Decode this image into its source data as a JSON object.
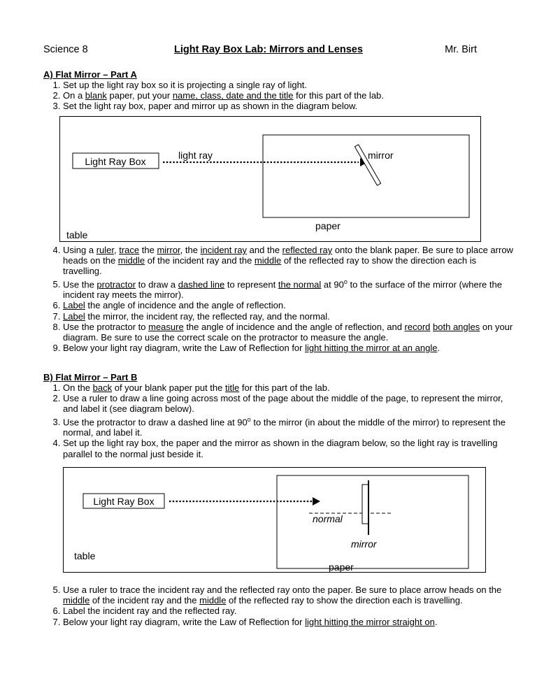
{
  "header": {
    "course": "Science 8",
    "title": "Light Ray Box Lab: Mirrors and Lenses",
    "teacher": "Mr. Birt"
  },
  "part_a": {
    "heading": "A) Flat Mirror – Part A",
    "steps_1_3": [
      [
        "Set up the light ray box so it is projecting a single ray of light."
      ],
      [
        "On a ",
        {
          "u": "blank"
        },
        " paper, put your ",
        {
          "u": "name, class, date and the title"
        },
        " for this part of the lab."
      ],
      [
        "Set the light ray box, paper and mirror up as shown in the diagram below."
      ]
    ],
    "steps_4_9": [
      [
        "Using a ",
        {
          "u": "ruler"
        },
        ", ",
        {
          "u": "trace"
        },
        " the ",
        {
          "u": "mirror"
        },
        ", the ",
        {
          "u": "incident ray"
        },
        " and the ",
        {
          "u": "reflected ray"
        },
        " onto the blank paper.  Be sure to place arrow heads on the ",
        {
          "u": "middle"
        },
        " of the incident ray and the ",
        {
          "u": "middle"
        },
        " of the reflected ray to show the direction each is travelling."
      ],
      [
        "Use the ",
        {
          "u": "protractor"
        },
        " to draw a ",
        {
          "u": "dashed line"
        },
        " to represent ",
        {
          "u": "the normal"
        },
        " at 90",
        {
          "sup": "o"
        },
        " to the surface of the mirror (where the incident ray meets the mirror)."
      ],
      [
        {
          "u": "Label"
        },
        " the angle of incidence and the angle of reflection."
      ],
      [
        {
          "u": "Label"
        },
        " the mirror, the incident ray, the reflected ray, and the normal."
      ],
      [
        "Use the protractor to ",
        {
          "u": "measure"
        },
        " the angle of incidence and the angle of reflection, and ",
        {
          "u": "record"
        },
        " ",
        {
          "u": "both angles"
        },
        " on your diagram.  Be sure to use the correct scale on the protractor to measure the angle."
      ],
      [
        "Below your light ray diagram, write the Law of Reflection for ",
        {
          "u": "light hitting the mirror at an angle"
        },
        "."
      ]
    ],
    "diagram": {
      "box_label": "Light Ray Box",
      "ray_label": "light ray",
      "mirror_label": "mirror",
      "paper_label": "paper",
      "table_label": "table"
    }
  },
  "part_b": {
    "heading": "B) Flat Mirror – Part B",
    "steps_1_4": [
      [
        "On the ",
        {
          "u": "back"
        },
        " of your blank paper put the ",
        {
          "u": "title"
        },
        " for this part of the lab."
      ],
      [
        " Use a ruler to draw a line going across most of the page about the middle of the page, to represent the mirror, and label it  (see diagram below)."
      ],
      [
        "Use the protractor to draw a dashed line at 90",
        {
          "sup": "o"
        },
        " to the mirror (in about the middle of the mirror) to represent the normal, and label it."
      ],
      [
        "Set up the light ray box, the paper and the mirror as shown in the diagram below, so the light ray is travelling parallel to the normal just beside it."
      ]
    ],
    "steps_5_7": [
      [
        "Use a ruler to trace the incident ray and the reflected ray onto the paper.  Be sure to place arrow heads on the ",
        {
          "u": "middle"
        },
        " of the incident ray and the ",
        {
          "u": "middle"
        },
        " of the reflected ray to show the direction each is travelling."
      ],
      [
        "Label the incident ray and the reflected ray."
      ],
      [
        "Below your light ray diagram, write the Law of Reflection for ",
        {
          "u": "light hitting the mirror straight on"
        },
        "."
      ]
    ],
    "diagram": {
      "box_label": "Light Ray Box",
      "normal_label": "normal",
      "mirror_label": "mirror",
      "table_label": "table",
      "paper_label": "paper"
    }
  }
}
